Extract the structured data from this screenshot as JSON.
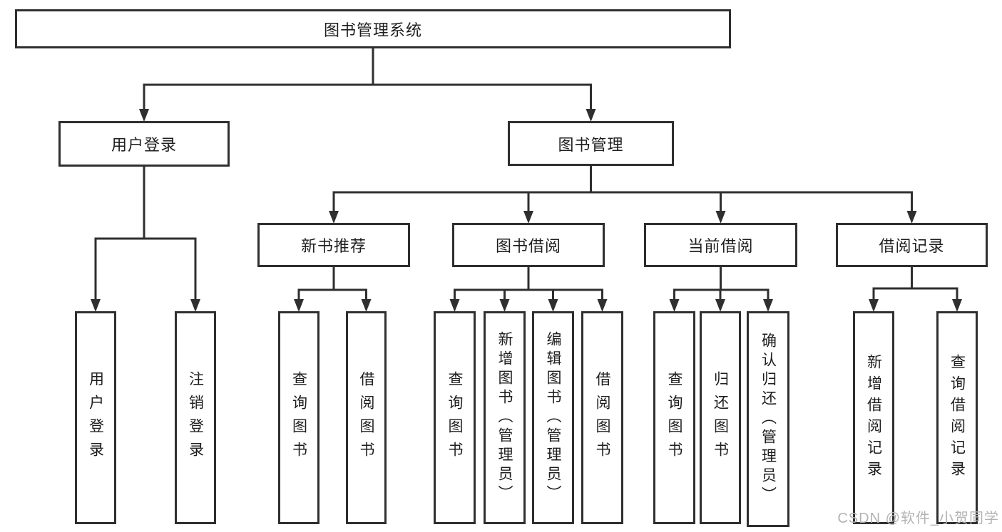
{
  "diagram": {
    "title": "图书管理系统",
    "nodes": [
      {
        "id": "root",
        "parent": null,
        "label": "图书管理系统"
      },
      {
        "id": "login",
        "parent": "root",
        "label": "用户登录"
      },
      {
        "id": "mgmt",
        "parent": "root",
        "label": "图书管理"
      },
      {
        "id": "login-user",
        "parent": "login",
        "label": "用户登录"
      },
      {
        "id": "login-logout",
        "parent": "login",
        "label": "注销登录"
      },
      {
        "id": "rec",
        "parent": "mgmt",
        "label": "新书推荐"
      },
      {
        "id": "borrow",
        "parent": "mgmt",
        "label": "图书借阅"
      },
      {
        "id": "current",
        "parent": "mgmt",
        "label": "当前借阅"
      },
      {
        "id": "records",
        "parent": "mgmt",
        "label": "借阅记录"
      },
      {
        "id": "rec-query",
        "parent": "rec",
        "label": "查询图书"
      },
      {
        "id": "rec-borrow",
        "parent": "rec",
        "label": "借阅图书"
      },
      {
        "id": "borrow-query",
        "parent": "borrow",
        "label": "查询图书"
      },
      {
        "id": "borrow-add",
        "parent": "borrow",
        "label": "新增图书（管理员）"
      },
      {
        "id": "borrow-edit",
        "parent": "borrow",
        "label": "编辑图书（管理员）"
      },
      {
        "id": "borrow-borrow",
        "parent": "borrow",
        "label": "借阅图书"
      },
      {
        "id": "current-query",
        "parent": "current",
        "label": "查询图书"
      },
      {
        "id": "current-return",
        "parent": "current",
        "label": "归还图书"
      },
      {
        "id": "current-confirm",
        "parent": "current",
        "label": "确认归还（管理员）"
      },
      {
        "id": "records-add",
        "parent": "records",
        "label": "新增借阅记录"
      },
      {
        "id": "records-query",
        "parent": "records",
        "label": "查询借阅记录"
      }
    ]
  },
  "watermark": "CSDN @软件_小贺同学",
  "colors": {
    "line": "#2f2f2f",
    "box_border": "#2f2f2f",
    "text": "#1e1e1e",
    "watermark": "#b3b3b3",
    "background": "#ffffff"
  }
}
